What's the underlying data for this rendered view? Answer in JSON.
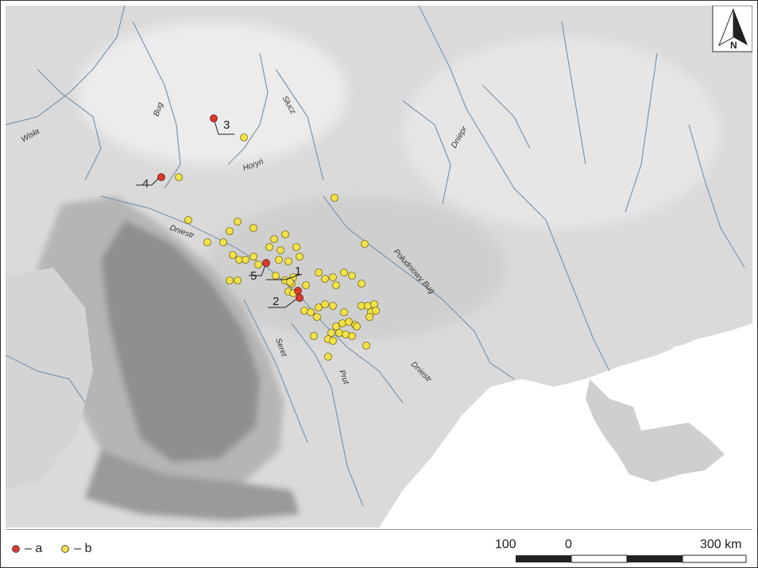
{
  "north_arrow": {
    "label": "N"
  },
  "rivers": [
    {
      "id": "wisla",
      "label": "Wisła"
    },
    {
      "id": "bug",
      "label": "Bug"
    },
    {
      "id": "slucz",
      "label": "Słucz"
    },
    {
      "id": "horyn",
      "label": "Horyń"
    },
    {
      "id": "dniepr",
      "label": "Dniepr"
    },
    {
      "id": "dniestr_w",
      "label": "Dniestr"
    },
    {
      "id": "bug_s",
      "label": "Południowy Bug"
    },
    {
      "id": "seret",
      "label": "Seret"
    },
    {
      "id": "prut",
      "label": "Prut"
    },
    {
      "id": "dniestr_s",
      "label": "Dniestr"
    }
  ],
  "sites_a": [
    {
      "num": "1"
    },
    {
      "num": "2"
    },
    {
      "num": "3"
    },
    {
      "num": "4"
    },
    {
      "num": "5"
    }
  ],
  "legend": {
    "a_label": "– a",
    "b_label": "– b",
    "a_color": "#d93b2b",
    "b_color": "#f2e24a"
  },
  "scale": {
    "left": "100",
    "zero": "0",
    "right": "300 km"
  }
}
